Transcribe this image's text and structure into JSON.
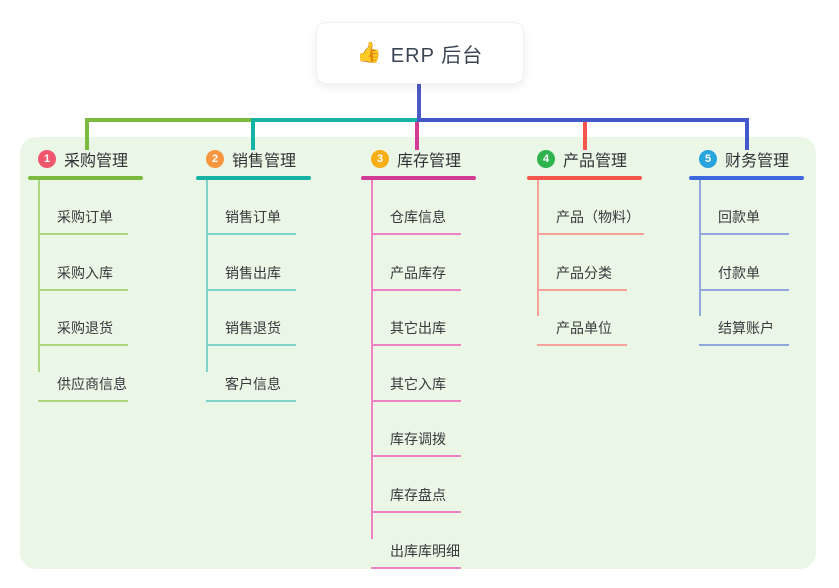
{
  "root": {
    "icon": "👍",
    "title": "ERP 后台"
  },
  "branches": [
    {
      "index": "1",
      "label": "采购管理",
      "badge_color": "#f0566e",
      "line_color": "#7cba3f",
      "child_line_color": "#aed581",
      "children": [
        "采购订单",
        "采购入库",
        "采购退货",
        "供应商信息"
      ]
    },
    {
      "index": "2",
      "label": "销售管理",
      "badge_color": "#f8953f",
      "line_color": "#14b3a6",
      "child_line_color": "#7fd4ca",
      "children": [
        "销售订单",
        "销售出库",
        "销售退货",
        "客户信息"
      ]
    },
    {
      "index": "3",
      "label": "库存管理",
      "badge_color": "#f7ae13",
      "line_color": "#d23c96",
      "child_line_color": "#ef82c2",
      "children": [
        "仓库信息",
        "产品库存",
        "其它出库",
        "其它入库",
        "库存调拨",
        "库存盘点",
        "出库库明细"
      ]
    },
    {
      "index": "4",
      "label": "产品管理",
      "badge_color": "#2fb34f",
      "line_color": "#f4564d",
      "child_line_color": "#f9a29b",
      "children": [
        "产品（物料）",
        "产品分类",
        "产品单位"
      ]
    },
    {
      "index": "5",
      "label": "财务管理",
      "badge_color": "#29a3dc",
      "line_color": "#3d68e0",
      "child_line_color": "#93a7de",
      "children": [
        "回款单",
        "付款单",
        "结算账户"
      ]
    }
  ],
  "connector_colors": {
    "root_stem": "#4d59c2",
    "right_horizontal": "#4257c9"
  },
  "canvas": {
    "background": "#ffffff",
    "panel_background": "#ebf7e6"
  }
}
